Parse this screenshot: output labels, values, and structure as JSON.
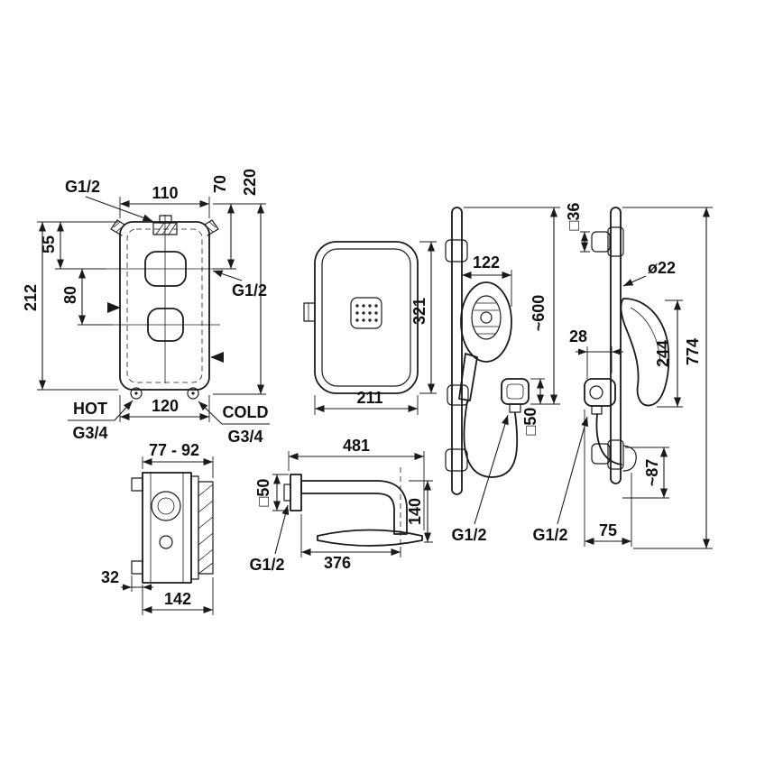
{
  "drawing": {
    "kind": "shower-set-installation-dimensions",
    "background": "#ffffff",
    "line_color": "#1a1a1a",
    "units_shown": "mm"
  },
  "labels": {
    "mixer_front": {
      "thread_top": "G1/2",
      "width_top": "110",
      "offset_top": "70",
      "height_total": "220",
      "knob1_offset": "55",
      "knob_spacing": "80",
      "plate_height": "212",
      "thread_side": "G1/2",
      "hot_label": "HOT",
      "hot_thread": "G3/4",
      "width_bottom": "120",
      "cold_label": "COLD",
      "cold_thread": "G3/4"
    },
    "head_face": {
      "height": "321",
      "width": "211"
    },
    "rail_front": {
      "head_width": "122",
      "length": "~600",
      "escutcheon": "□50",
      "thread": "G1/2"
    },
    "rail_side": {
      "bracket_size": "□36",
      "tube_diameter": "ø22",
      "wall_offset": "28",
      "handshower_length": "244",
      "total_height": "774",
      "lower_offset": "~87",
      "projection": "75",
      "thread": "G1/2"
    },
    "mixer_side": {
      "depth_range": "77 - 92",
      "flange_depth": "32",
      "total_depth": "142"
    },
    "arm": {
      "reach": "481",
      "escutcheon": "□50",
      "head_height": "140",
      "thread": "G1/2",
      "projection": "376"
    }
  }
}
